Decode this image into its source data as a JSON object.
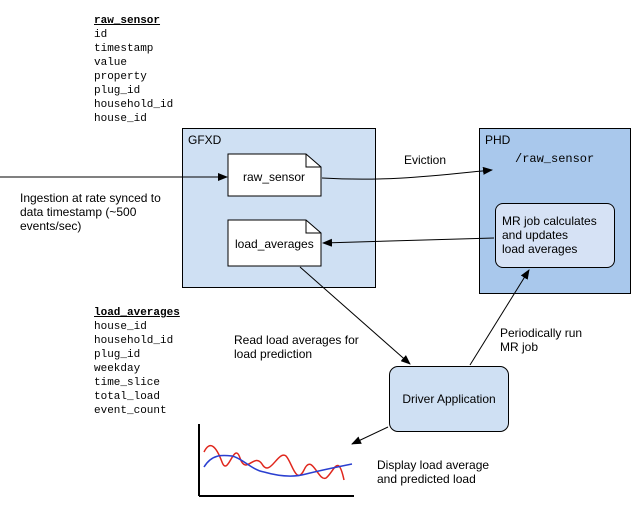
{
  "raw_sensor_schema": {
    "title": "raw_sensor",
    "fields": [
      "id",
      "timestamp",
      "value",
      "property",
      "plug_id",
      "household_id",
      "house_id"
    ]
  },
  "load_averages_schema": {
    "title": "load_averages",
    "fields": [
      "house_id",
      "household_id",
      "plug_id",
      "weekday",
      "time_slice",
      "total_load",
      "event_count"
    ]
  },
  "gfxd": {
    "title": "GFXD",
    "doc1": "raw_sensor",
    "doc2": "load_averages"
  },
  "phd": {
    "title": "PHD",
    "path": "/raw_sensor",
    "mr_lines": [
      "MR job calculates",
      "and updates",
      "load averages"
    ]
  },
  "driver": {
    "label": "Driver Application"
  },
  "labels": {
    "ingestion": [
      "Ingestion at rate synced to",
      "data timestamp (~500",
      "events/sec)"
    ],
    "eviction": "Eviction",
    "read_load": [
      "Read load averages for",
      "load prediction"
    ],
    "periodic": [
      "Periodically run",
      "MR job"
    ],
    "display": [
      "Display load average",
      "and predicted load"
    ]
  },
  "colors": {
    "gfxd_fill": "#cfe0f3",
    "phd_fill": "#a9c8ec",
    "average_line": "#2a3fd0",
    "predicted_line": "#e0271d"
  }
}
